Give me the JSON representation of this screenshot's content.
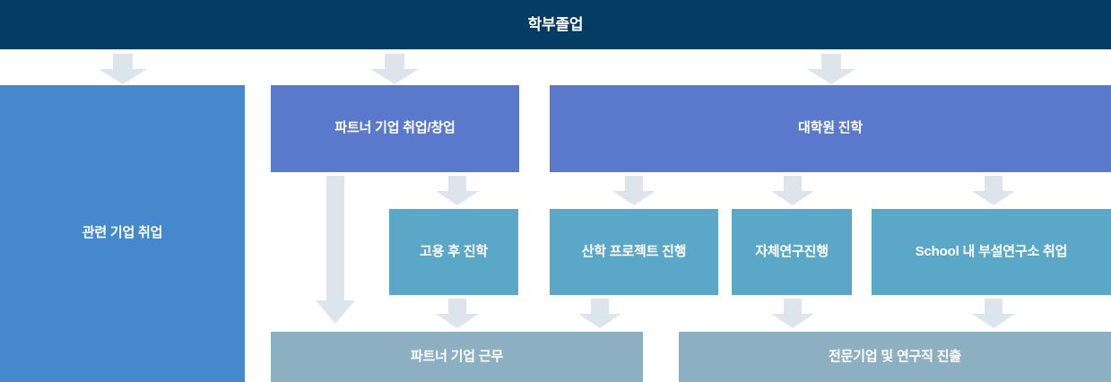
{
  "diagram": {
    "title": "학부졸업",
    "colors": {
      "header": "#043c64",
      "primary": "#4589cc",
      "indigo": "#5b79cc",
      "teal": "#5aa7c8",
      "slate": "#8cb0c2",
      "arrow": "#dde4ec",
      "text": "#ffffff",
      "background": "#ffffff"
    },
    "nodes": {
      "header": {
        "label": "학부졸업"
      },
      "related_company_employment": {
        "label": "관련 기업 취업"
      },
      "partner_company_employment_startup": {
        "label": "파트너 기업 취업/창업"
      },
      "graduate_school_admission": {
        "label": "대학원 진학"
      },
      "study_after_employment": {
        "label": "고용 후 진학"
      },
      "industry_academic_project": {
        "label": "산학 프로젝트 진행"
      },
      "in_house_research": {
        "label": "자체연구진행"
      },
      "school_affiliated_institute_employment": {
        "label": "School 내 부설연구소 취업"
      },
      "partner_company_work": {
        "label": "파트너 기업 근무"
      },
      "specialized_company_research_career": {
        "label": "전문기업 및 연구직 진출"
      }
    },
    "arrows": [
      {
        "name": "header-to-related-company",
        "direction": "down"
      },
      {
        "name": "header-to-partner-company",
        "direction": "down"
      },
      {
        "name": "header-to-graduate-school",
        "direction": "down"
      },
      {
        "name": "partner-company-to-partner-work",
        "direction": "down-long"
      },
      {
        "name": "partner-company-to-study-after-employment",
        "direction": "down"
      },
      {
        "name": "graduate-school-to-industry-academic-project",
        "direction": "down"
      },
      {
        "name": "graduate-school-to-in-house-research",
        "direction": "down"
      },
      {
        "name": "graduate-school-to-affiliated-institute",
        "direction": "down"
      },
      {
        "name": "study-after-employment-to-partner-work",
        "direction": "down"
      },
      {
        "name": "industry-academic-project-to-specialized-career",
        "direction": "down"
      },
      {
        "name": "in-house-research-to-specialized-career",
        "direction": "down"
      },
      {
        "name": "affiliated-institute-to-specialized-career",
        "direction": "down"
      }
    ]
  }
}
